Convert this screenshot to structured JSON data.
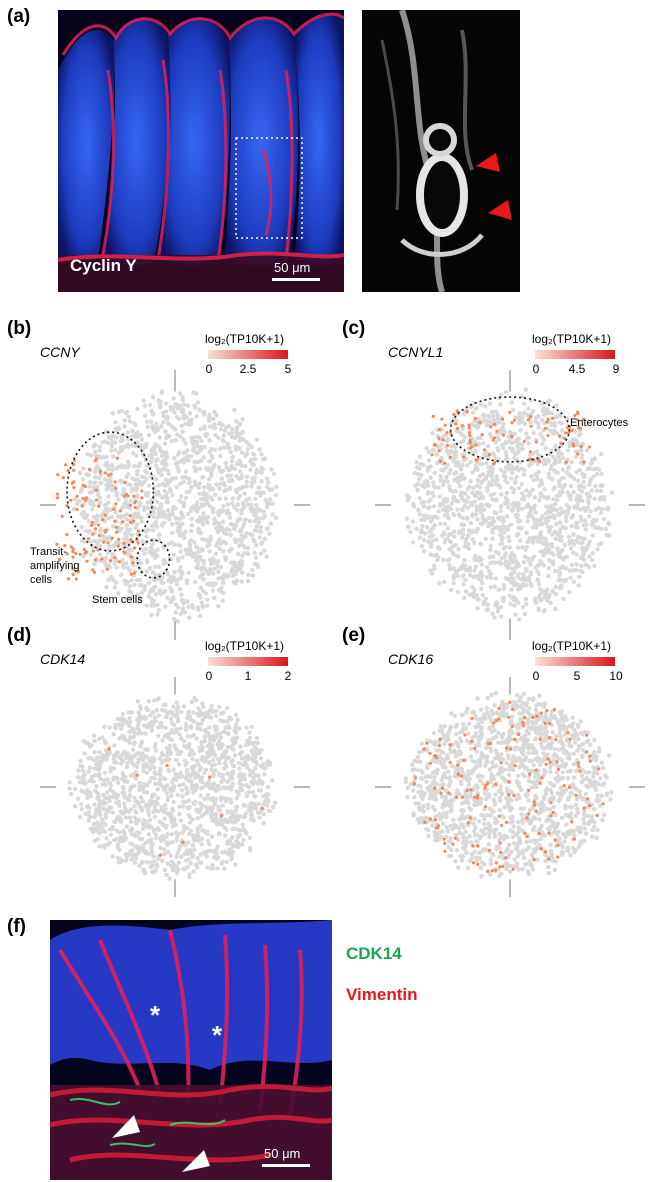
{
  "panels": {
    "a": {
      "letter": "(a)",
      "stain_label": "Cyclin Y",
      "scalebar": "50 μm"
    },
    "b": {
      "letter": "(b)",
      "gene": "CCNY",
      "colorbar_label": "log₂(TP10K+1)",
      "ticks": [
        "0",
        "2.5",
        "5"
      ],
      "annotations": {
        "ta": "Transit-\namplifying\ncells",
        "stem": "Stem cells"
      }
    },
    "c": {
      "letter": "(c)",
      "gene": "CCNYL1",
      "colorbar_label": "log₂(TP10K+1)",
      "ticks": [
        "0",
        "4.5",
        "9"
      ],
      "annotations": {
        "entero": "Enterocytes"
      }
    },
    "d": {
      "letter": "(d)",
      "gene": "CDK14",
      "colorbar_label": "log₂(TP10K+1)",
      "ticks": [
        "0",
        "1",
        "2"
      ]
    },
    "e": {
      "letter": "(e)",
      "gene": "CDK16",
      "colorbar_label": "log₂(TP10K+1)",
      "ticks": [
        "0",
        "5",
        "10"
      ]
    },
    "f": {
      "letter": "(f)",
      "scalebar": "50 μm",
      "legend": {
        "cdk14": "CDK14",
        "vimentin": "Vimentin"
      },
      "markers": {
        "star": "*"
      }
    }
  },
  "colors": {
    "colorbar_low": "#f9e0d6",
    "colorbar_high": "#d7191c",
    "dot_gray": "#d9d9d9",
    "expr_dot": "#f08a5c",
    "cdk14_green": "#1aa84f",
    "vimentin_red": "#e8191b"
  }
}
